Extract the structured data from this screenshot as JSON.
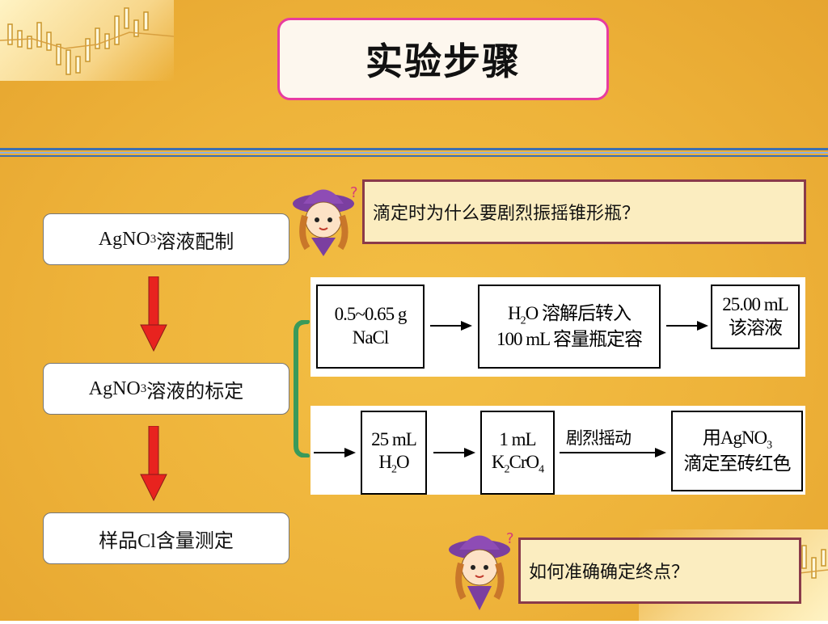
{
  "title": "实验步骤",
  "steps": [
    {
      "prefix": "AgNO",
      "sub": "3",
      "suffix": "溶液配制"
    },
    {
      "prefix": "AgNO",
      "sub": "3",
      "suffix": "溶液的标定"
    },
    {
      "prefix": "样品Cl",
      "sub": "",
      "suffix": "含量测定"
    }
  ],
  "questions": {
    "shake": "滴定时为什么要剧烈振摇锥形瓶？",
    "endpoint": "如何准确确定终点？"
  },
  "flow_row1": {
    "box1_line1": "0.5~0.65 g",
    "box1_line2": "NaCl",
    "box2_line1_prefix": "H",
    "box2_line1_sub": "2",
    "box2_line1_suffix": "O 溶解后转入",
    "box2_line2": "100 mL 容量瓶定容",
    "box3_line1": "25.00 mL",
    "box3_line2": "该溶液"
  },
  "flow_row2": {
    "box1_line1": "25 mL",
    "box1_line2_prefix": "H",
    "box1_line2_sub": "2",
    "box1_line2_suffix": "O",
    "box2_line1": "1 mL",
    "box2_line2_a": "K",
    "box2_line2_sub1": "2",
    "box2_line2_b": "CrO",
    "box2_line2_sub2": "4",
    "arrow_label": "剧烈摇动",
    "box3_line1_prefix": "用AgNO",
    "box3_line1_sub": "3",
    "box3_line2": "滴定至砖红色"
  },
  "colors": {
    "background": "#eeb33a",
    "title_border": "#e83ca0",
    "arrow_red": "#e8231f",
    "brace_green": "#3a9a5a",
    "question_border": "#8a3a4a"
  }
}
